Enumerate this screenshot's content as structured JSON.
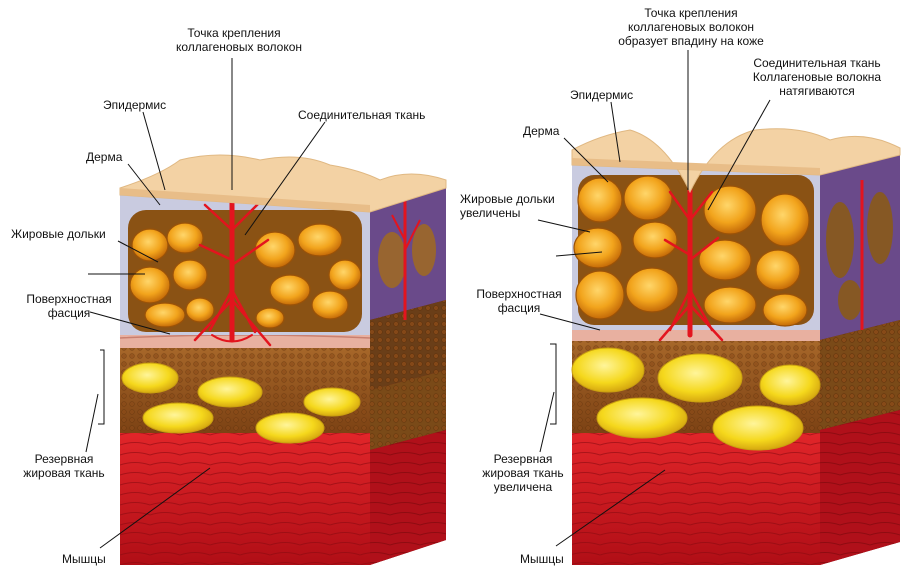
{
  "left": {
    "attachment_point": [
      "Точка крепления",
      "коллагеновых волокон"
    ],
    "epidermis": "Эпидермис",
    "dermis": "Дерма",
    "connective_tissue": "Соединительная ткань",
    "fat_lobules": "Жировые дольки",
    "superficial_fascia": [
      "Поверхностная",
      "фасция"
    ],
    "reserve_fat": [
      "Резервная",
      "жировая ткань"
    ],
    "muscles": "Мышцы"
  },
  "right": {
    "attachment_point": [
      "Точка крепления",
      "коллагеновых волокон",
      "образует впадину на коже"
    ],
    "epidermis": "Эпидермис",
    "dermis": "Дерма",
    "connective_tissue": [
      "Соединительная ткань",
      "Коллагеновые волокна",
      "натягиваются"
    ],
    "fat_lobules": [
      "Жировые дольки",
      "увеличены"
    ],
    "superficial_fascia": [
      "Поверхностная",
      "фасция"
    ],
    "reserve_fat": [
      "Резервная",
      "жировая ткань",
      "увеличена"
    ],
    "muscles": "Мышцы"
  },
  "colors": {
    "epidermis": "#f3d2a4",
    "dermis": "#c9cbe0",
    "fat_lobule": "#f0a020",
    "connective": "#e3141e",
    "fat_layer": "#9a5a1e",
    "yellow_fat": "#f5d81c",
    "muscle": "#c8141e"
  }
}
